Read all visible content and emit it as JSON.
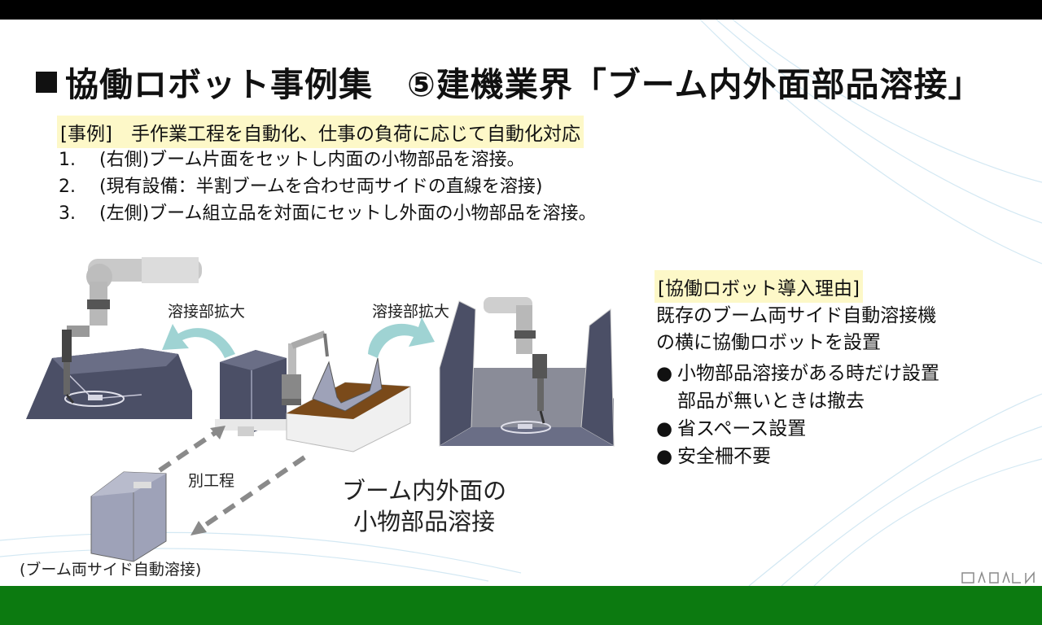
{
  "slide": {
    "title": "協働ロボット事例集　⑤建機業界「ブーム内外面部品溶接」",
    "case_line": "[事例]　手作業工程を自動化、仕事の負荷に応じて自動化対応",
    "steps": [
      {
        "num": "1.",
        "text": "(右側)ブーム片面をセットし内面の小物部品を溶接。"
      },
      {
        "num": "2.",
        "text": "(現有設備：半割ブームを合わせ両サイドの直線を溶接)"
      },
      {
        "num": "3.",
        "text": "(左側)ブーム組立品を対面にセットし外面の小物部品を溶接。"
      }
    ],
    "reason": {
      "title": "[協働ロボット導入理由]",
      "body_lines": [
        "既存のブーム両サイド自動溶接機",
        "の横に協働ロボットを設置"
      ],
      "bullet_mark": "●",
      "bullets": [
        {
          "line1": "小物部品溶接がある時だけ設置",
          "line2": "部品が無いときは撤去"
        },
        {
          "line1": "省スペース設置",
          "line2": ""
        },
        {
          "line1": "安全柵不要",
          "line2": ""
        }
      ]
    },
    "diagram": {
      "zoom_label_left": "溶接部拡大",
      "zoom_label_right": "溶接部拡大",
      "other_process": "別工程",
      "caption_line1": "ブーム内外面の",
      "caption_line2": "小物部品溶接",
      "bottom_caption": "(ブーム両サイド自動溶接)"
    }
  },
  "colors": {
    "top_bar": "#000000",
    "bottom_bar": "#0c7a10",
    "highlight": "#fdf8c8",
    "arrow_teal": "#9fd3d3",
    "boom_gray": "#4b4f66",
    "wood_brown": "#7a4a1a"
  }
}
